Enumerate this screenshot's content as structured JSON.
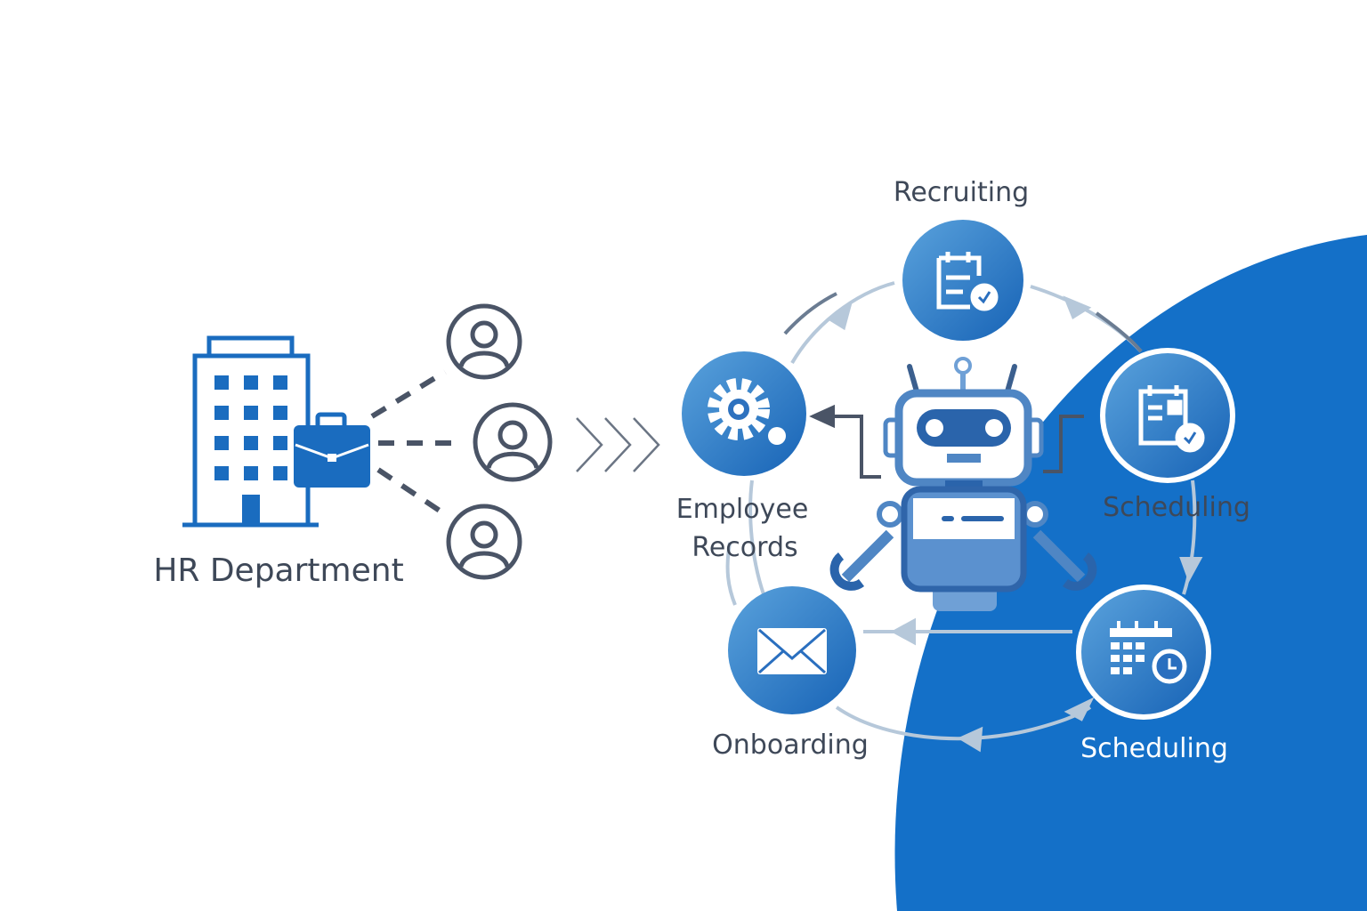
{
  "colors": {
    "brand": "#1470c8",
    "circle": "#2f7fcc",
    "text": "#3e4858",
    "connector": "#b6c8da",
    "dark": "#4a5466"
  },
  "left": {
    "label": "HR Department",
    "icons": [
      "building-icon",
      "briefcase-icon",
      "user-icon",
      "user-icon",
      "user-icon"
    ]
  },
  "flow_icon": "chevron-right-icon",
  "center": {
    "icon": "robot-icon"
  },
  "nodes": [
    {
      "label": "Recruiting",
      "icon": "checklist-icon"
    },
    {
      "label": "Employee",
      "label2": "Records",
      "icon": "gear-icon"
    },
    {
      "label": "Scheduling",
      "icon": "clipboard-check-icon"
    },
    {
      "label": "Scheduling",
      "icon": "calendar-clock-icon"
    },
    {
      "label": "Onboarding",
      "icon": "envelope-icon"
    }
  ]
}
